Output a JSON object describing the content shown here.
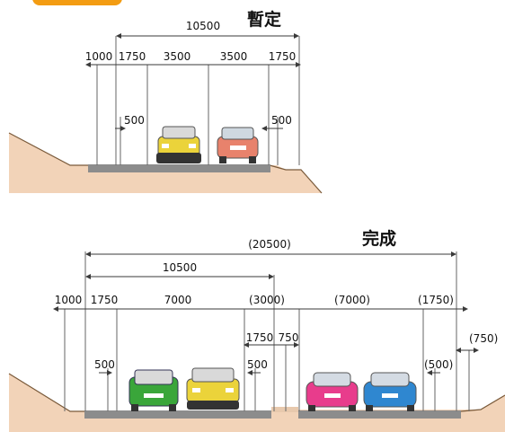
{
  "titles": {
    "provisional": "暫定",
    "completed": "完成"
  },
  "provisional": {
    "total": "10500",
    "segments": [
      "1000",
      "1750",
      "3500",
      "3500",
      "1750"
    ],
    "offsets": [
      "500",
      "500"
    ]
  },
  "completed": {
    "overall": "(20500)",
    "current": "10500",
    "segments": [
      "1000",
      "1750",
      "7000",
      "(3000)",
      "(7000)",
      "(1750)"
    ],
    "median_parts": [
      "1750",
      "750"
    ],
    "offsets": [
      "500",
      "500",
      "(500)",
      "(750)"
    ]
  },
  "colors": {
    "ground": "#f2d3b8",
    "road": "#8c8c8c",
    "dim_line": "#3a3a3a",
    "accent": "#f39c12"
  },
  "vehicles": {
    "provisional": [
      {
        "type": "suv",
        "color": "#ebd33a"
      },
      {
        "type": "sedan",
        "color": "#e8826c"
      }
    ],
    "completed": [
      {
        "type": "van",
        "color": "#3aa63a"
      },
      {
        "type": "suv",
        "color": "#ebd33a"
      },
      {
        "type": "hatch",
        "color": "#e83c8c"
      },
      {
        "type": "hatch",
        "color": "#2f87d0"
      }
    ]
  }
}
